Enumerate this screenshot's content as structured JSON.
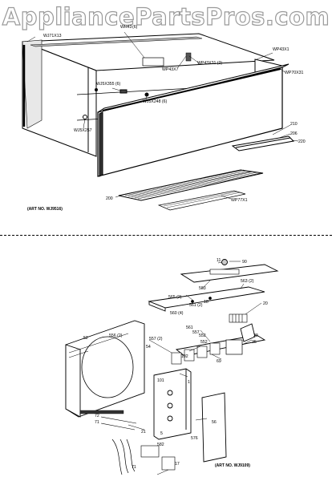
{
  "watermark": "AppliancePartsPros.com",
  "top_diagram": {
    "art_no": "(ART NO. WJ9516)",
    "labels": [
      "WJ71X13",
      "WH43",
      "(6)",
      "WP43X1",
      "WP70X31",
      "WP43X7",
      "WP43X31 (2)",
      "WJ5X355 (6)",
      "WJ5X248 (6)",
      "WJ5X257",
      "210",
      "206",
      "220",
      "200",
      "WP77X1"
    ]
  },
  "bottom_diagram": {
    "art_no": "(ART NO. WJ9109)",
    "labels": [
      "11",
      "90",
      "583",
      "563 (2)",
      "565 (2)",
      "561 (2)",
      "560 (4)",
      "18",
      "20",
      "52",
      "556 (2)",
      "552",
      "561",
      "557",
      "557 (2)",
      "54",
      "22",
      "69",
      "35",
      "552",
      "102",
      "1",
      "101",
      "56",
      "72",
      "71",
      "5",
      "21",
      "576",
      "582",
      "17",
      "71"
    ]
  }
}
